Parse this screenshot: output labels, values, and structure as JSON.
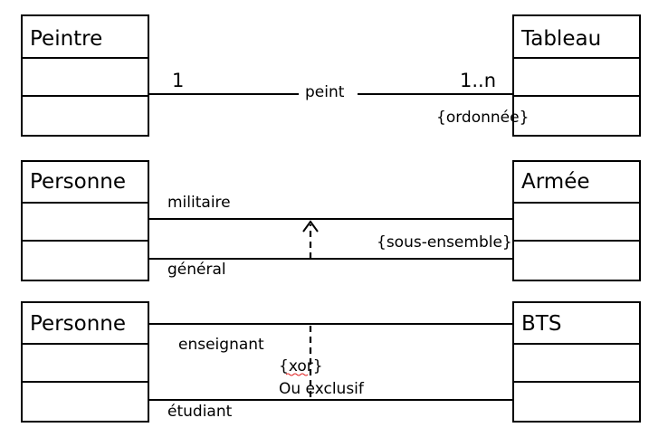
{
  "groups": [
    {
      "left_class": "Peintre",
      "right_class": "Tableau",
      "association_name": "peint",
      "left_multiplicity": "1",
      "right_multiplicity": "1..n",
      "constraint": "{ordonnée}"
    },
    {
      "left_class": "Personne",
      "right_class": "Armée",
      "top_role": "militaire",
      "bottom_role": "général",
      "constraint": "{sous-ensemble}"
    },
    {
      "left_class": "Personne",
      "right_class": "BTS",
      "top_role": "enseignant",
      "bottom_role": "étudiant",
      "constraint": "{xor}",
      "constraint_note": "Ou exclusif"
    }
  ]
}
